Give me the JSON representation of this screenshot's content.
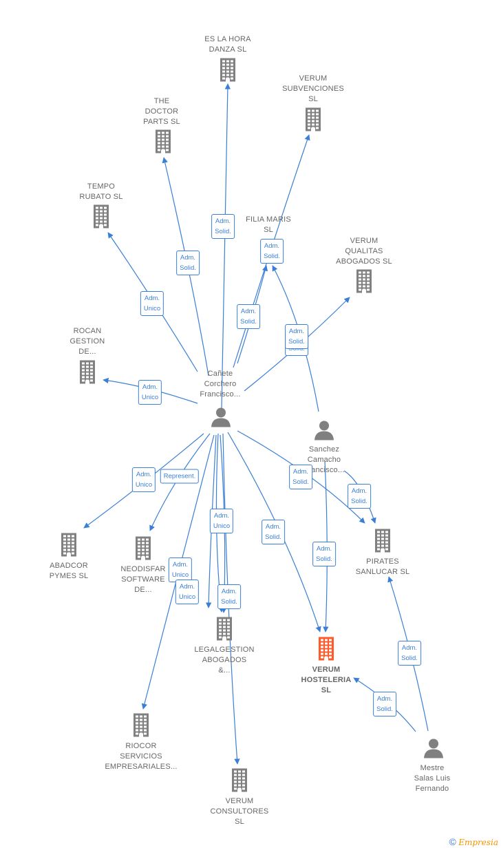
{
  "colors": {
    "edge": "#3a7fd5",
    "company": "#808080",
    "company_highlight": "#ff5a2a",
    "person": "#808080"
  },
  "companies": [
    {
      "id": "es_la_hora",
      "label": "ES LA HORA\nDANZA  SL",
      "highlight": false
    },
    {
      "id": "verum_subv",
      "label": "VERUM\nSUBVENCIONES\nSL",
      "highlight": false
    },
    {
      "id": "doctor_parts",
      "label": "THE\nDOCTOR\nPARTS  SL",
      "highlight": false
    },
    {
      "id": "tempo_rubato",
      "label": "TEMPO\nRUBATO  SL",
      "highlight": false
    },
    {
      "id": "filia_maris",
      "label": "FILIA MARIS\nSL",
      "highlight": false
    },
    {
      "id": "verum_qualitas",
      "label": "VERUM\nQUALITAS\nABOGADOS  SL",
      "highlight": false
    },
    {
      "id": "rocan",
      "label": "ROCAN\nGESTION\nDE...",
      "highlight": false
    },
    {
      "id": "abadcor",
      "label": "ABADCOR\nPYMES  SL",
      "highlight": false
    },
    {
      "id": "neodisfar",
      "label": "NEODISFAR\nSOFTWARE\nDE...",
      "highlight": false
    },
    {
      "id": "legalgestion",
      "label": "LEGALGESTION\nABOGADOS\n&...",
      "highlight": false
    },
    {
      "id": "verum_hosteleria",
      "label": "VERUM\nHOSTELERIA\nSL",
      "highlight": true
    },
    {
      "id": "pirates",
      "label": "PIRATES\nSANLUCAR  SL",
      "highlight": false
    },
    {
      "id": "riocor",
      "label": "RIOCOR\nSERVICIOS\nEMPRESARIALES...",
      "highlight": false
    },
    {
      "id": "verum_consultores",
      "label": "VERUM\nCONSULTORES\nSL",
      "highlight": false
    }
  ],
  "persons": [
    {
      "id": "canete",
      "label": "Cañete\nCorchero\nFrancisco..."
    },
    {
      "id": "sanchez",
      "label": "Sanchez\nCamacho\nFrancisco..."
    },
    {
      "id": "mestre",
      "label": "Mestre\nSalas Luis\nFernando"
    }
  ],
  "relations": [
    {
      "from": "canete",
      "to": "es_la_hora",
      "label": "Adm.\nSolid."
    },
    {
      "from": "canete",
      "to": "doctor_parts",
      "label": "Adm.\nSolid."
    },
    {
      "from": "canete",
      "to": "tempo_rubato",
      "label": "Adm.\nUnico"
    },
    {
      "from": "canete",
      "to": "verum_subv",
      "label": "Adm.\nSolid."
    },
    {
      "from": "canete",
      "to": "filia_maris",
      "label": "Adm.\nSolid."
    },
    {
      "from": "canete",
      "to": "verum_qualitas",
      "label": "Adm.\nSolid."
    },
    {
      "from": "sanchez",
      "to": "filia_maris",
      "label": "Adm.\nSolid."
    },
    {
      "from": "canete",
      "to": "rocan",
      "label": "Adm.\nUnico"
    },
    {
      "from": "canete",
      "to": "abadcor",
      "label": "Adm.\nUnico"
    },
    {
      "from": "canete",
      "to": "neodisfar",
      "label": "Represent."
    },
    {
      "from": "canete",
      "to": "legalgestion",
      "label": "Adm.\nUnico"
    },
    {
      "from": "canete",
      "to": "legalgestion",
      "label": "Adm.\nSolid."
    },
    {
      "from": "canete",
      "to": "riocor",
      "label": "Adm.\nUnico"
    },
    {
      "from": "canete",
      "to": "legalgestion",
      "label": "Adm.\nUnico"
    },
    {
      "from": "canete",
      "to": "verum_hosteleria",
      "label": "Adm.\nSolid."
    },
    {
      "from": "canete",
      "to": "pirates",
      "label": "Adm.\nSolid."
    },
    {
      "from": "canete",
      "to": "verum_consultores",
      "label": ""
    },
    {
      "from": "sanchez",
      "to": "verum_hosteleria",
      "label": "Adm.\nSolid."
    },
    {
      "from": "sanchez",
      "to": "pirates",
      "label": "Adm.\nSolid."
    },
    {
      "from": "mestre",
      "to": "verum_hosteleria",
      "label": "Adm.\nSolid."
    },
    {
      "from": "mestre",
      "to": "pirates",
      "label": "Adm.\nSolid."
    }
  ],
  "footer": {
    "copyright": "©",
    "brand": "Empresia"
  }
}
